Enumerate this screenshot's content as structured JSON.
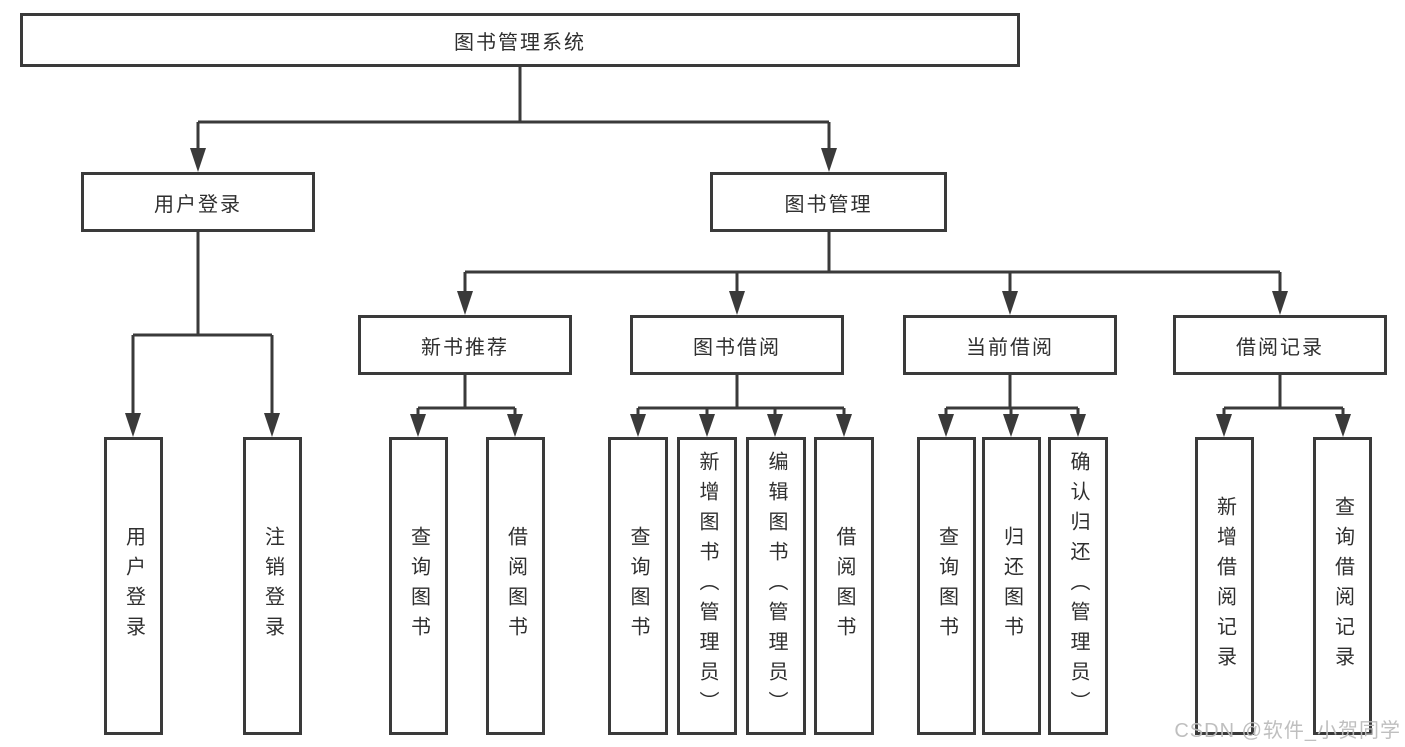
{
  "diagram": {
    "root": {
      "label": "图书管理系统"
    },
    "branches": [
      {
        "label": "用户登录",
        "children": [
          {
            "label": "用户登录"
          },
          {
            "label": "注销登录"
          }
        ]
      },
      {
        "label": "图书管理",
        "children": [
          {
            "label": "新书推荐",
            "children": [
              {
                "label": "查询图书"
              },
              {
                "label": "借阅图书"
              }
            ]
          },
          {
            "label": "图书借阅",
            "children": [
              {
                "label": "查询图书"
              },
              {
                "label": "新增图书（管理员）"
              },
              {
                "label": "编辑图书（管理员）"
              },
              {
                "label": "借阅图书"
              }
            ]
          },
          {
            "label": "当前借阅",
            "children": [
              {
                "label": "查询图书"
              },
              {
                "label": "归还图书"
              },
              {
                "label": "确认归还（管理员）"
              }
            ]
          },
          {
            "label": "借阅记录",
            "children": [
              {
                "label": "新增借阅记录"
              },
              {
                "label": "查询借阅记录"
              }
            ]
          }
        ]
      }
    ]
  },
  "watermark": {
    "text": "CSDN @软件_小贺同学"
  },
  "colors": {
    "line": "#3a3a3a",
    "box_border": "#3a3a3a",
    "box_fill": "#ffffff",
    "text": "#2f2f2f",
    "background": "#ffffff",
    "watermark": "#bcbcbc"
  }
}
